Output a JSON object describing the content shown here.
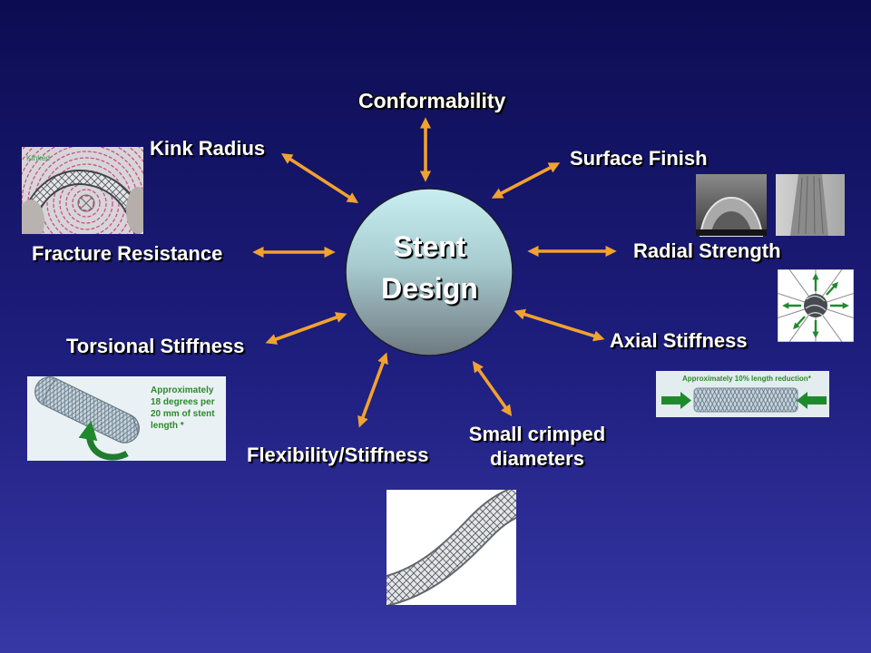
{
  "slide": {
    "center_title": {
      "line1": "Stent",
      "line2": "Design"
    },
    "labels": {
      "conformability": "Conformability",
      "kink_radius": "Kink Radius",
      "surface_finish": "Surface Finish",
      "fracture_resistance": "Fracture Resistance",
      "radial_strength": "Radial Strength",
      "torsional_stiffness": "Torsional Stiffness",
      "axial_stiffness": "Axial Stiffness",
      "flexibility_stiffness": "Flexibility/Stiffness",
      "small_crimped_line1": "Small crimped",
      "small_crimped_line2": "diameters"
    }
  },
  "images": {
    "kink_radius": {
      "caption": "Kinked"
    },
    "torsional_stiffness": {
      "caption_lines": [
        "Approximately",
        "18 degrees per",
        "20 mm of stent",
        "length *"
      ]
    },
    "axial_stiffness": {
      "caption": "Approximately 10% length reduction*"
    }
  },
  "colors": {
    "background_top": "#0c0c52",
    "background_bottom": "#3737a6",
    "arrow": "#f1a22f",
    "label_text": "#ffffff",
    "caption_green": "#2b8a2b"
  }
}
